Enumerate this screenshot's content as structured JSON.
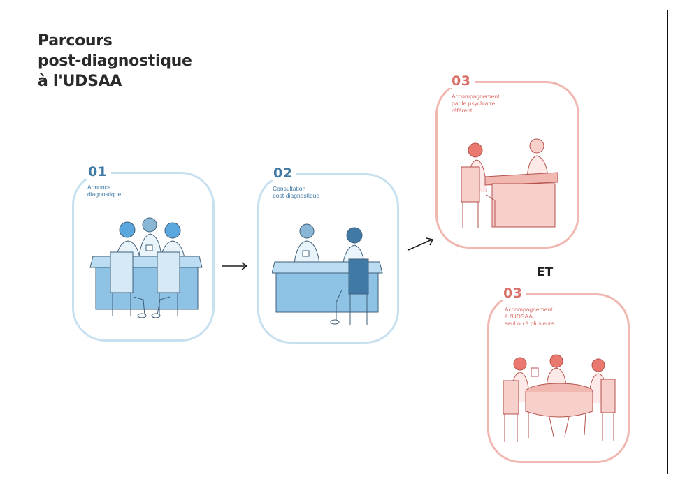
{
  "title": {
    "lines": [
      "Parcours",
      "post-diagnostique",
      "à l'UDSAA"
    ]
  },
  "steps": [
    {
      "number": "01",
      "label_lines": [
        "Annonce",
        "diagnostique"
      ],
      "color": "#3f79a4"
    },
    {
      "number": "02",
      "label_lines": [
        "Consultation",
        "post-diagnostique"
      ],
      "color": "#3f79a4"
    },
    {
      "number": "03",
      "label_lines": [
        "Accompagnement",
        "par le psychiatre",
        "référent"
      ],
      "color": "#d9706a"
    },
    {
      "number": "03",
      "label_lines": [
        "Accompagnement",
        "à l'UDSAA,",
        "seul ou à plusieurs"
      ],
      "color": "#d9706a"
    }
  ],
  "connector": {
    "label": "ET"
  },
  "colors": {
    "blue_border": "#c7e0f0",
    "blue_text": "#3f79a4",
    "blue_fill": "#8ec3e6",
    "red_border": "#f1b7b1",
    "red_text": "#d9706a",
    "red_fill": "#f7cfcb"
  }
}
